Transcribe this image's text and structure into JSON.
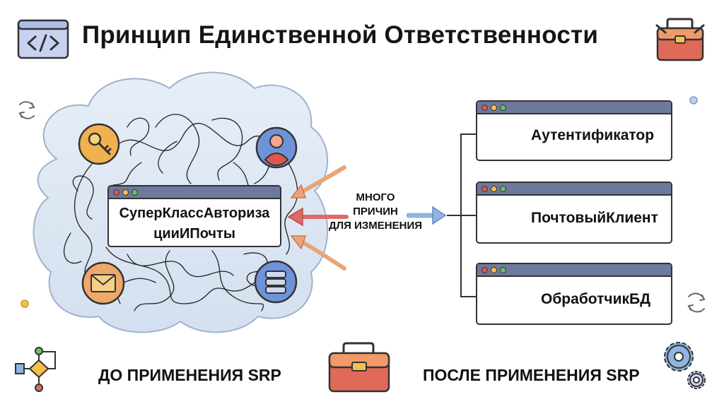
{
  "header": {
    "title": "Принцип Единственной Ответственности"
  },
  "before": {
    "class_name_line1": "СуперКлассАвториза",
    "class_name_line2": "цииИПочты",
    "caption": "ДО ПРИМЕНЕНИЯ SRP"
  },
  "reasons": {
    "line1": "МНОГО",
    "line2": "ПРИЧИН",
    "line3": "ДЛЯ ИЗМЕНЕНИЯ"
  },
  "after": {
    "modules": [
      {
        "label": "Аутентификатор",
        "icon": "key-user-icon"
      },
      {
        "label": "ПочтовыйКлиент",
        "icon": "envelope-icon"
      },
      {
        "label": "ОбработчикБД",
        "icon": "database-icon"
      }
    ],
    "caption": "ПОСЛЕ ПРИМЕНЕНИЯ SRP"
  },
  "colors": {
    "cloud": "#dde7f3",
    "window_bar": "#6d7a9d",
    "arrow_orange": "#e9a47a",
    "arrow_red": "#e06a63",
    "arrow_blue": "#8fb4e0",
    "toolbox_red": "#e06a5a",
    "icon_blue": "#6f93d8",
    "icon_yellow": "#f3c04d",
    "icon_orange": "#f0a86a"
  }
}
